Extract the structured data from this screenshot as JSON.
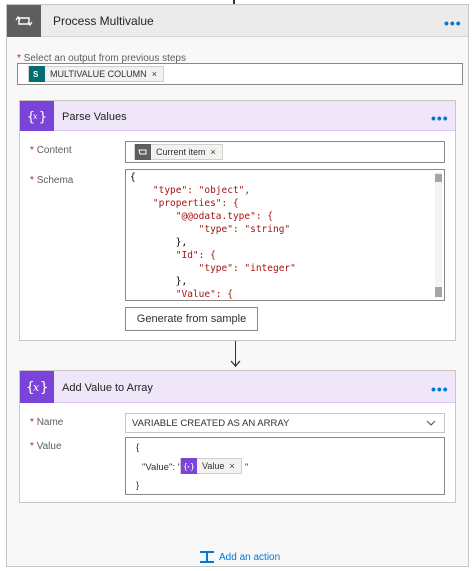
{
  "outer": {
    "title": "Process Multivalue",
    "more": "•••",
    "select_label_req": "*",
    "select_label": "Select an output from previous steps",
    "token_label": "MULTIVALUE COLUMN",
    "token_close": "×"
  },
  "parse": {
    "title": "Parse Values",
    "more": "•••",
    "content_req": "*",
    "content_label": "Content",
    "content_token": "Current item",
    "content_token_close": "×",
    "schema_req": "*",
    "schema_label": "Schema",
    "schema_lines": [
      "{",
      "    \"type\": \"object\",",
      "    \"properties\": {",
      "        \"@@odata.type\": {",
      "            \"type\": \"string\"",
      "        },",
      "        \"Id\": {",
      "            \"type\": \"integer\"",
      "        },",
      "        \"Value\": {"
    ],
    "generate_button": "Generate from sample"
  },
  "add": {
    "title": "Add Value to Array",
    "more": "•••",
    "name_req": "*",
    "name_label": "Name",
    "name_value": "VARIABLE CREATED AS AN ARRAY",
    "value_req": "*",
    "value_label": "Value",
    "value_open": "{",
    "value_key": "\"Value\": \"",
    "value_token": "Value",
    "value_token_close": "×",
    "value_end": "\"",
    "value_close": "}"
  },
  "footer": {
    "add_action": "Add an action"
  },
  "colors": {
    "accent": "#0078d4",
    "variable_purple": "#7b44d8",
    "sharepoint_teal": "#036c70",
    "header_gray": "#5e5e5e"
  },
  "icons": {
    "outer": "loop-icon",
    "parse": "curly-braces-icon",
    "add": "variable-x-icon",
    "add_action": "add-step-icon"
  }
}
